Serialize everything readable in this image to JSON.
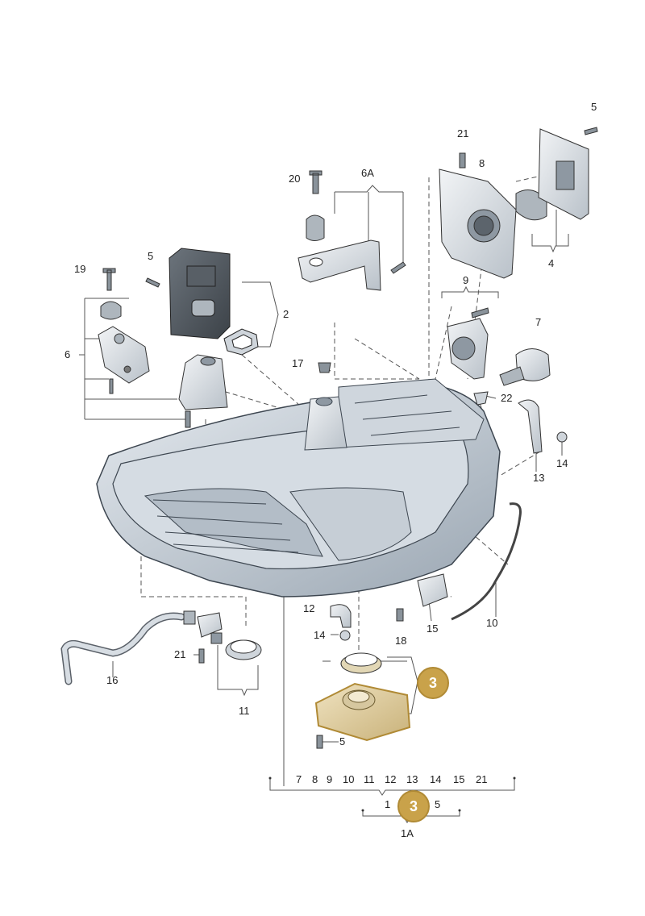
{
  "callouts": {
    "c19": "19",
    "c5a": "5",
    "c2": "2",
    "c6": "6",
    "c20": "20",
    "c6A": "6A",
    "c21a": "21",
    "c8": "8",
    "c5b": "5",
    "c4": "4",
    "c9": "9",
    "c7": "7",
    "c17": "17",
    "c22": "22",
    "c13": "13",
    "c14a": "14",
    "c10": "10",
    "c12": "12",
    "c14b": "14",
    "c15": "15",
    "c18": "18",
    "c16": "16",
    "c21b": "21",
    "c11": "11",
    "c5c": "5"
  },
  "highlight": {
    "number": "3",
    "color": "#c9a24a"
  },
  "list_row": [
    "7",
    "8",
    "9",
    "10",
    "11",
    "12",
    "13",
    "14",
    "15",
    "21"
  ],
  "bottom_group": {
    "left": "1",
    "right": "5",
    "label": "1A"
  }
}
